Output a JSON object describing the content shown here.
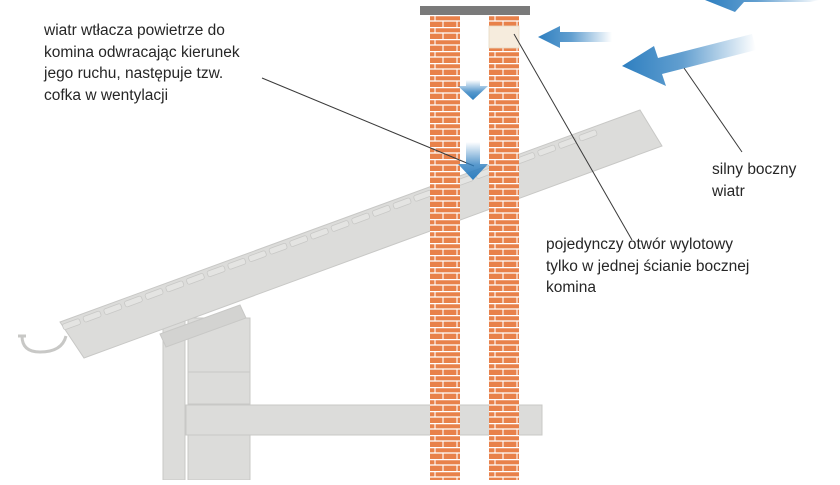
{
  "annotations": {
    "backdraft_lines": [
      "wiatr wtłacza powietrze do",
      "komina odwracając kierunek",
      "jego ruchu, następuje tzw.",
      "cofka w wentylacji"
    ],
    "side_wind_lines": [
      "silny boczny",
      "wiatr"
    ],
    "outlet_lines": [
      "pojedynczy otwór wylotowy",
      "tylko w jednej ścianie bocznej",
      "komina"
    ]
  },
  "colors": {
    "brick": "#e8814a",
    "mortar": "#ffffff",
    "roof": "#dcdcda",
    "roof_edge": "#c8c8c6",
    "cap": "#7a7a7a",
    "arrow": "#2e7fc0",
    "text": "#262626"
  },
  "icons": {
    "wind_arrow": "arrow-left-icon",
    "draft_arrow": "arrow-down-icon"
  }
}
